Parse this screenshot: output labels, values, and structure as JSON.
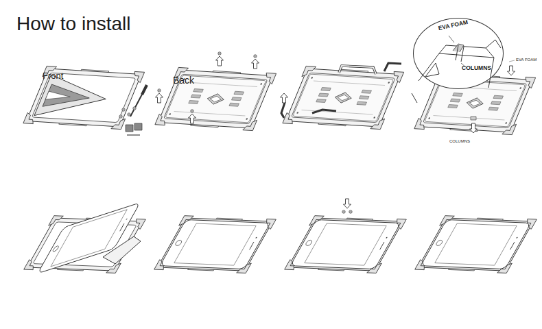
{
  "diagram": {
    "title": "How to install",
    "nodes": [
      {
        "text": [
          "EVA FOAM",
          "COLUMNS"
        ]
      }
    ],
    "labels": [
      "Front",
      "Back",
      "EVA FOAM",
      "COLUMNS"
    ]
  }
}
